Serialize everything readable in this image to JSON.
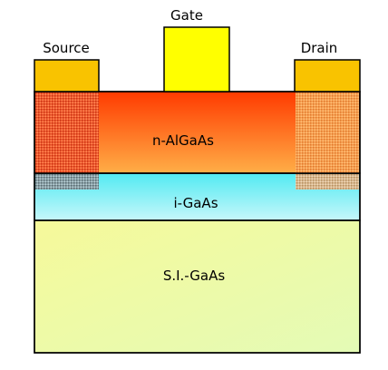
{
  "diagram": {
    "labels": {
      "gate": "Gate",
      "source": "Source",
      "drain": "Drain",
      "barrier_layer": "n-AlGaAs",
      "channel_layer": "i-GaAs",
      "substrate": "S.I.-GaAs"
    },
    "colors": {
      "contact_fill": "#f9c300",
      "gate_fill": "#ffff00",
      "outline": "#000000",
      "barrier_top": "#ff3a00",
      "barrier_bottom": "#ffae47",
      "channel_top": "#52eaf2",
      "channel_bottom": "#c6f7fa",
      "substrate_top_left": "#f6f99a",
      "substrate_bottom_right": "#e4fbb6"
    }
  }
}
